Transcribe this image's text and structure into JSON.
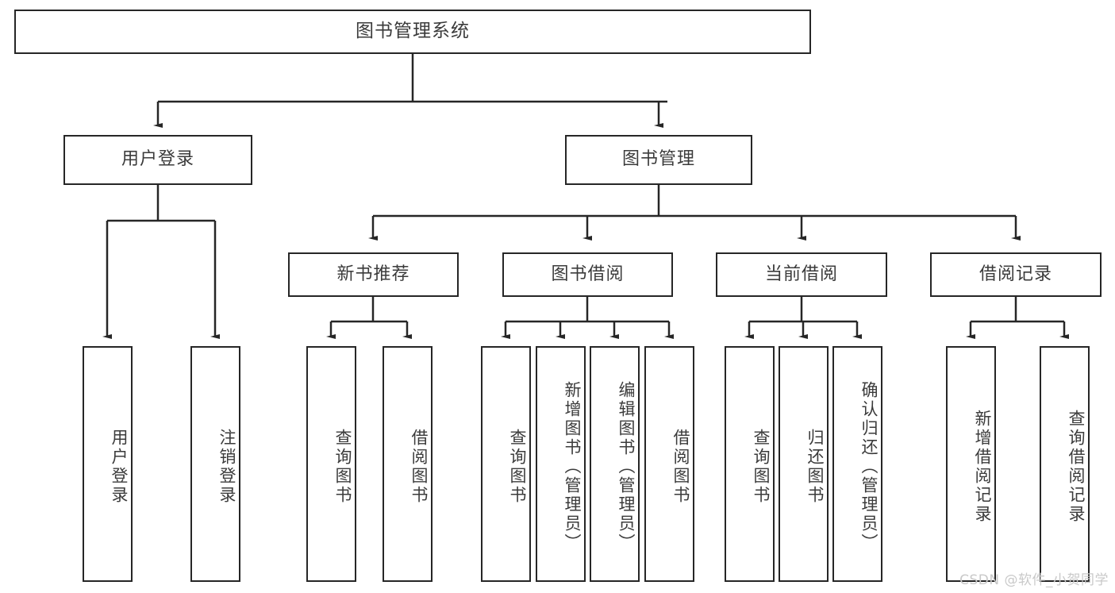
{
  "diagram": {
    "title": "图书管理系统",
    "watermark": "CSDN @软件_小贺同学",
    "stroke_color": "#262626",
    "text_color": "#3b3b3b",
    "background_color": "#ffffff",
    "nodes": {
      "root": "图书管理系统",
      "l2": {
        "user_login": "用户登录",
        "book_manage": "图书管理"
      },
      "l3": {
        "new_book_recommend": "新书推荐",
        "book_borrow": "图书借阅",
        "current_borrow": "当前借阅",
        "borrow_record": "借阅记录"
      },
      "leaves": {
        "user_login_leaf": "用户登录",
        "logout_leaf": "注销登录",
        "recommend_query_book": "查询图书",
        "recommend_borrow_book": "借阅图书",
        "borrow_query_book": "查询图书",
        "borrow_add_book": "新增图书（管理员）",
        "borrow_edit_book": "编辑图书（管理员）",
        "borrow_borrow_book": "借阅图书",
        "current_query_book": "查询图书",
        "current_return_book": "归还图书",
        "current_confirm_return": "确认归还（管理员）",
        "record_add": "新增借阅记录",
        "record_query": "查询借阅记录"
      }
    }
  }
}
